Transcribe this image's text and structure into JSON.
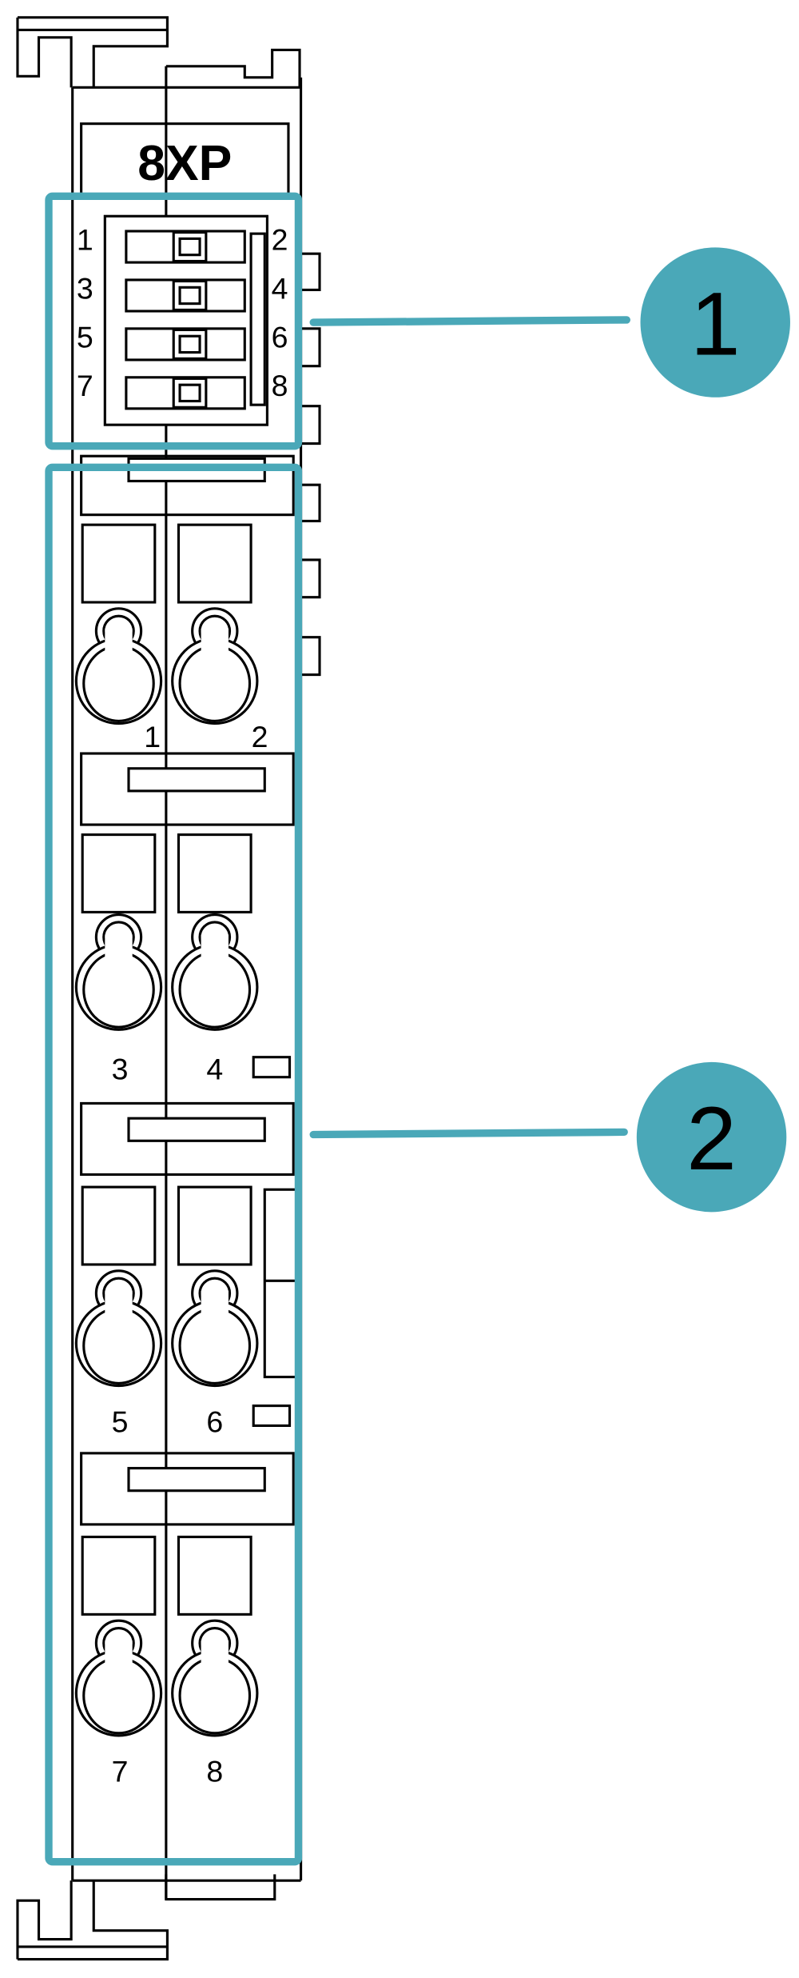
{
  "module": {
    "label": "8XP",
    "dip_switch": {
      "left_labels": [
        "1",
        "3",
        "5",
        "7"
      ],
      "right_labels": [
        "2",
        "4",
        "6",
        "8"
      ]
    },
    "terminals": [
      {
        "left": "1",
        "right": "2"
      },
      {
        "left": "3",
        "right": "4"
      },
      {
        "left": "5",
        "right": "6"
      },
      {
        "left": "7",
        "right": "8"
      }
    ]
  },
  "callouts": [
    {
      "number": "1"
    },
    {
      "number": "2"
    }
  ],
  "colors": {
    "accent": "#4aa8b8",
    "line": "#000000"
  }
}
